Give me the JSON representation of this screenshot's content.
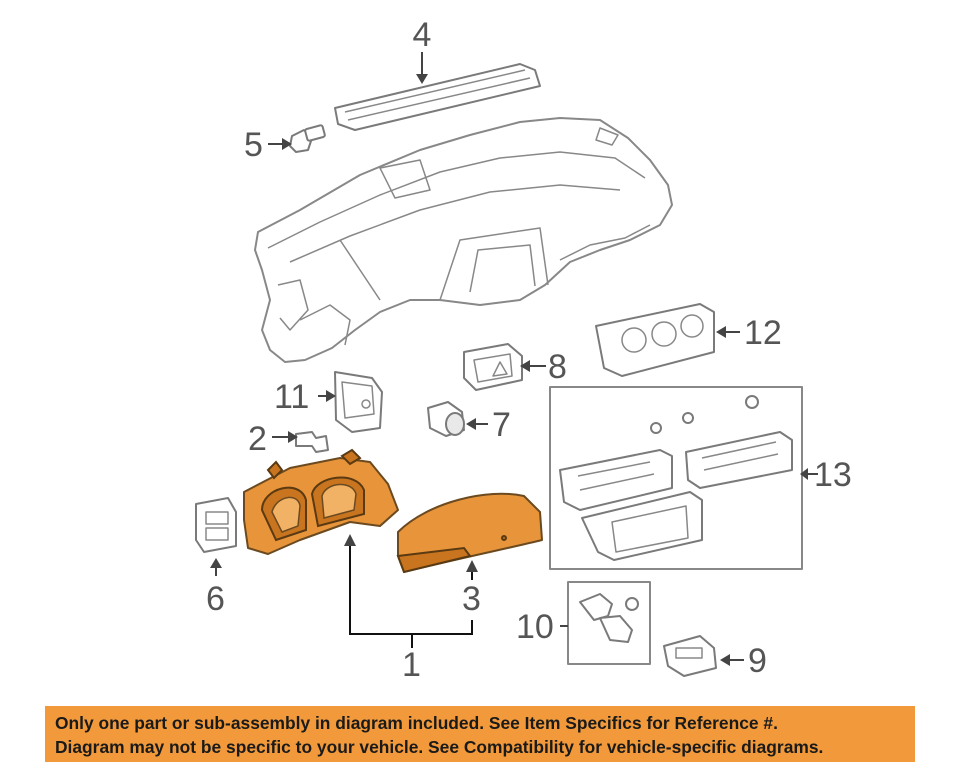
{
  "callouts": {
    "c1": "1",
    "c2": "2",
    "c3": "3",
    "c4": "4",
    "c5": "5",
    "c6": "6",
    "c7": "7",
    "c8": "8",
    "c9": "9",
    "c10": "10",
    "c11": "11",
    "c12": "12",
    "c13": "13"
  },
  "banner": {
    "line1": "Only one part or sub-assembly in diagram included. See Item Specifics for Reference #.",
    "line2": "Diagram may not be specific to your vehicle. See Compatibility for vehicle-specific diagrams."
  },
  "colors": {
    "highlight": "#e8943a",
    "banner": "#f29a3b",
    "linework": "#888888"
  }
}
